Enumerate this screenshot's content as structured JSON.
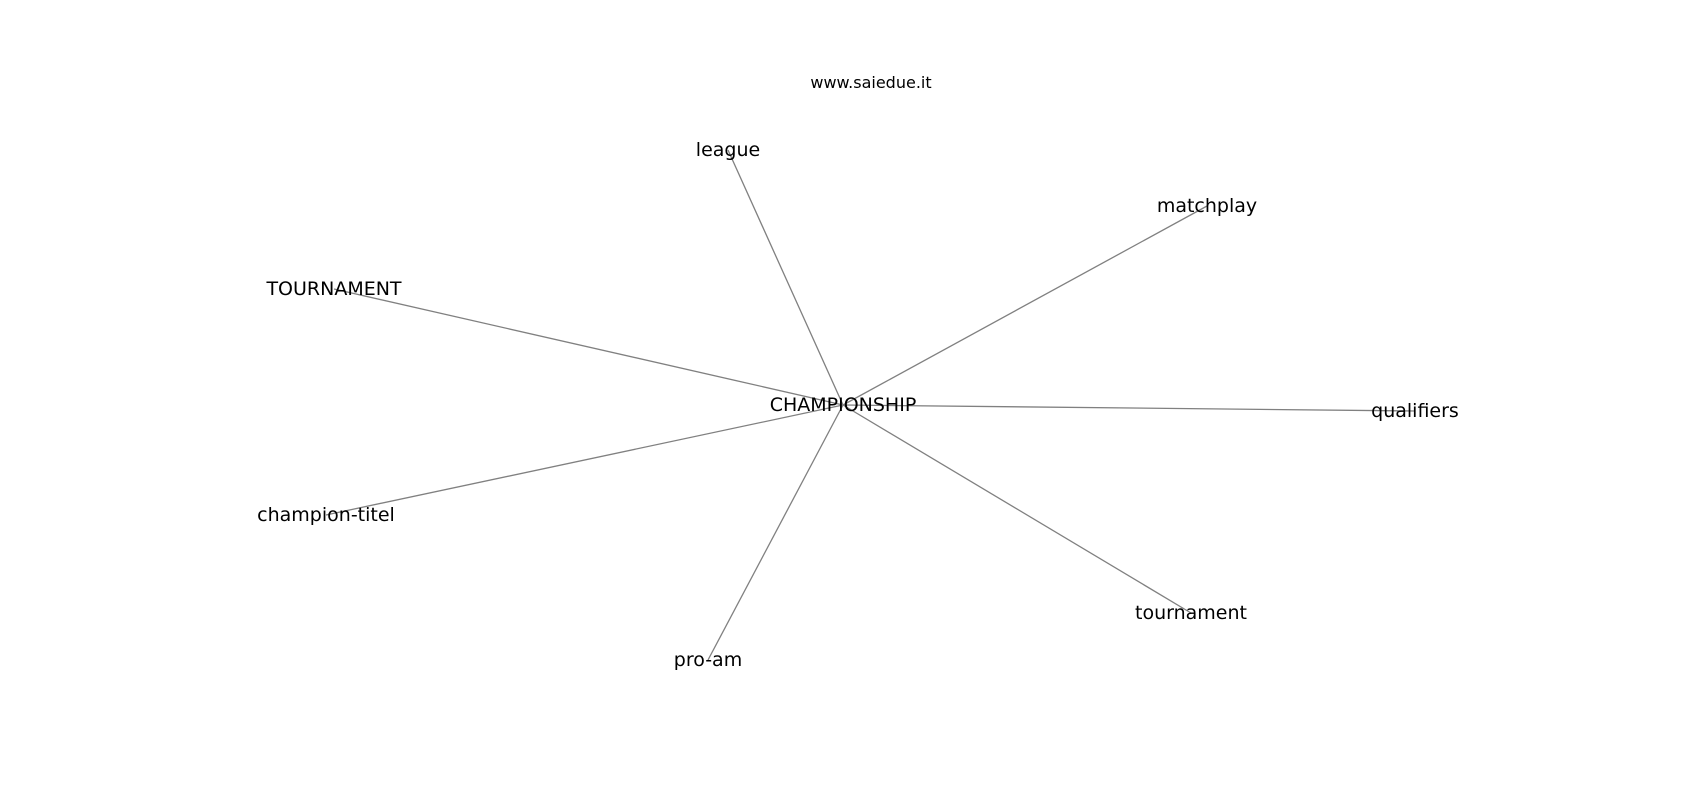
{
  "watermark": "www.saiedue.it",
  "colors": {
    "edge": "#808080",
    "text": "#000000",
    "background": "#ffffff"
  },
  "graph": {
    "center": {
      "id": "center",
      "label": "CHAMPIONSHIP"
    },
    "nodes": [
      {
        "id": "league",
        "label": "league"
      },
      {
        "id": "matchplay",
        "label": "matchplay"
      },
      {
        "id": "TOURNAMENT",
        "label": "TOURNAMENT"
      },
      {
        "id": "qualifiers",
        "label": "qualifiers"
      },
      {
        "id": "champion-titel",
        "label": "champion-titel"
      },
      {
        "id": "tournament",
        "label": "tournament"
      },
      {
        "id": "pro-am",
        "label": "pro-am"
      }
    ],
    "edges": [
      [
        "center",
        "league"
      ],
      [
        "center",
        "matchplay"
      ],
      [
        "center",
        "TOURNAMENT"
      ],
      [
        "center",
        "qualifiers"
      ],
      [
        "center",
        "champion-titel"
      ],
      [
        "center",
        "tournament"
      ],
      [
        "center",
        "pro-am"
      ]
    ]
  }
}
